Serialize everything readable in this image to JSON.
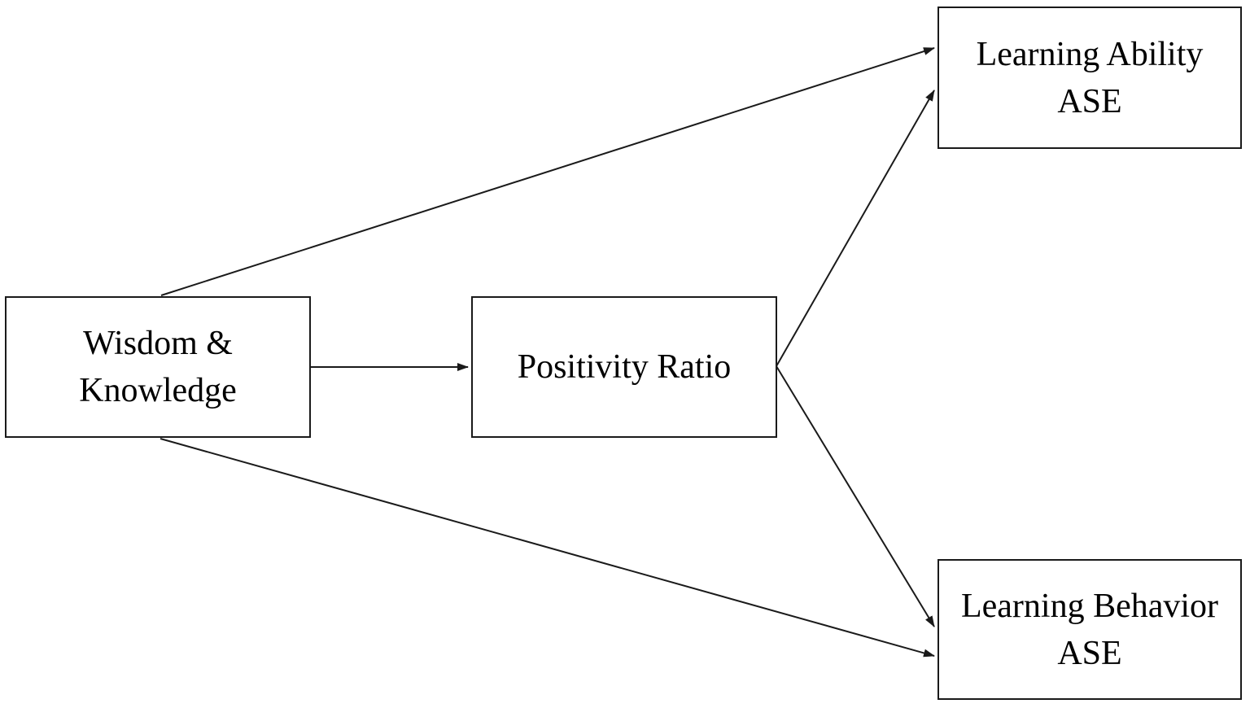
{
  "diagram": {
    "type": "path-model",
    "background_color": "#ffffff",
    "line_color": "#1a1a1a",
    "text_color": "#000000",
    "nodes": {
      "wisdom": {
        "label": "Wisdom &\nKnowledge",
        "role": "predictor"
      },
      "positivity": {
        "label": "Positivity Ratio",
        "role": "mediator"
      },
      "ability": {
        "label": "Learning Ability\nASE",
        "role": "outcome"
      },
      "behavior": {
        "label": "Learning Behavior\nASE",
        "role": "outcome"
      }
    },
    "edges": [
      {
        "from": "wisdom",
        "to": "ability",
        "style": "solid-arrow"
      },
      {
        "from": "wisdom",
        "to": "positivity",
        "style": "solid-arrow"
      },
      {
        "from": "positivity",
        "to": "ability",
        "style": "solid-arrow"
      },
      {
        "from": "positivity",
        "to": "behavior",
        "style": "solid-arrow"
      },
      {
        "from": "wisdom",
        "to": "behavior",
        "style": "solid-arrow"
      }
    ]
  }
}
